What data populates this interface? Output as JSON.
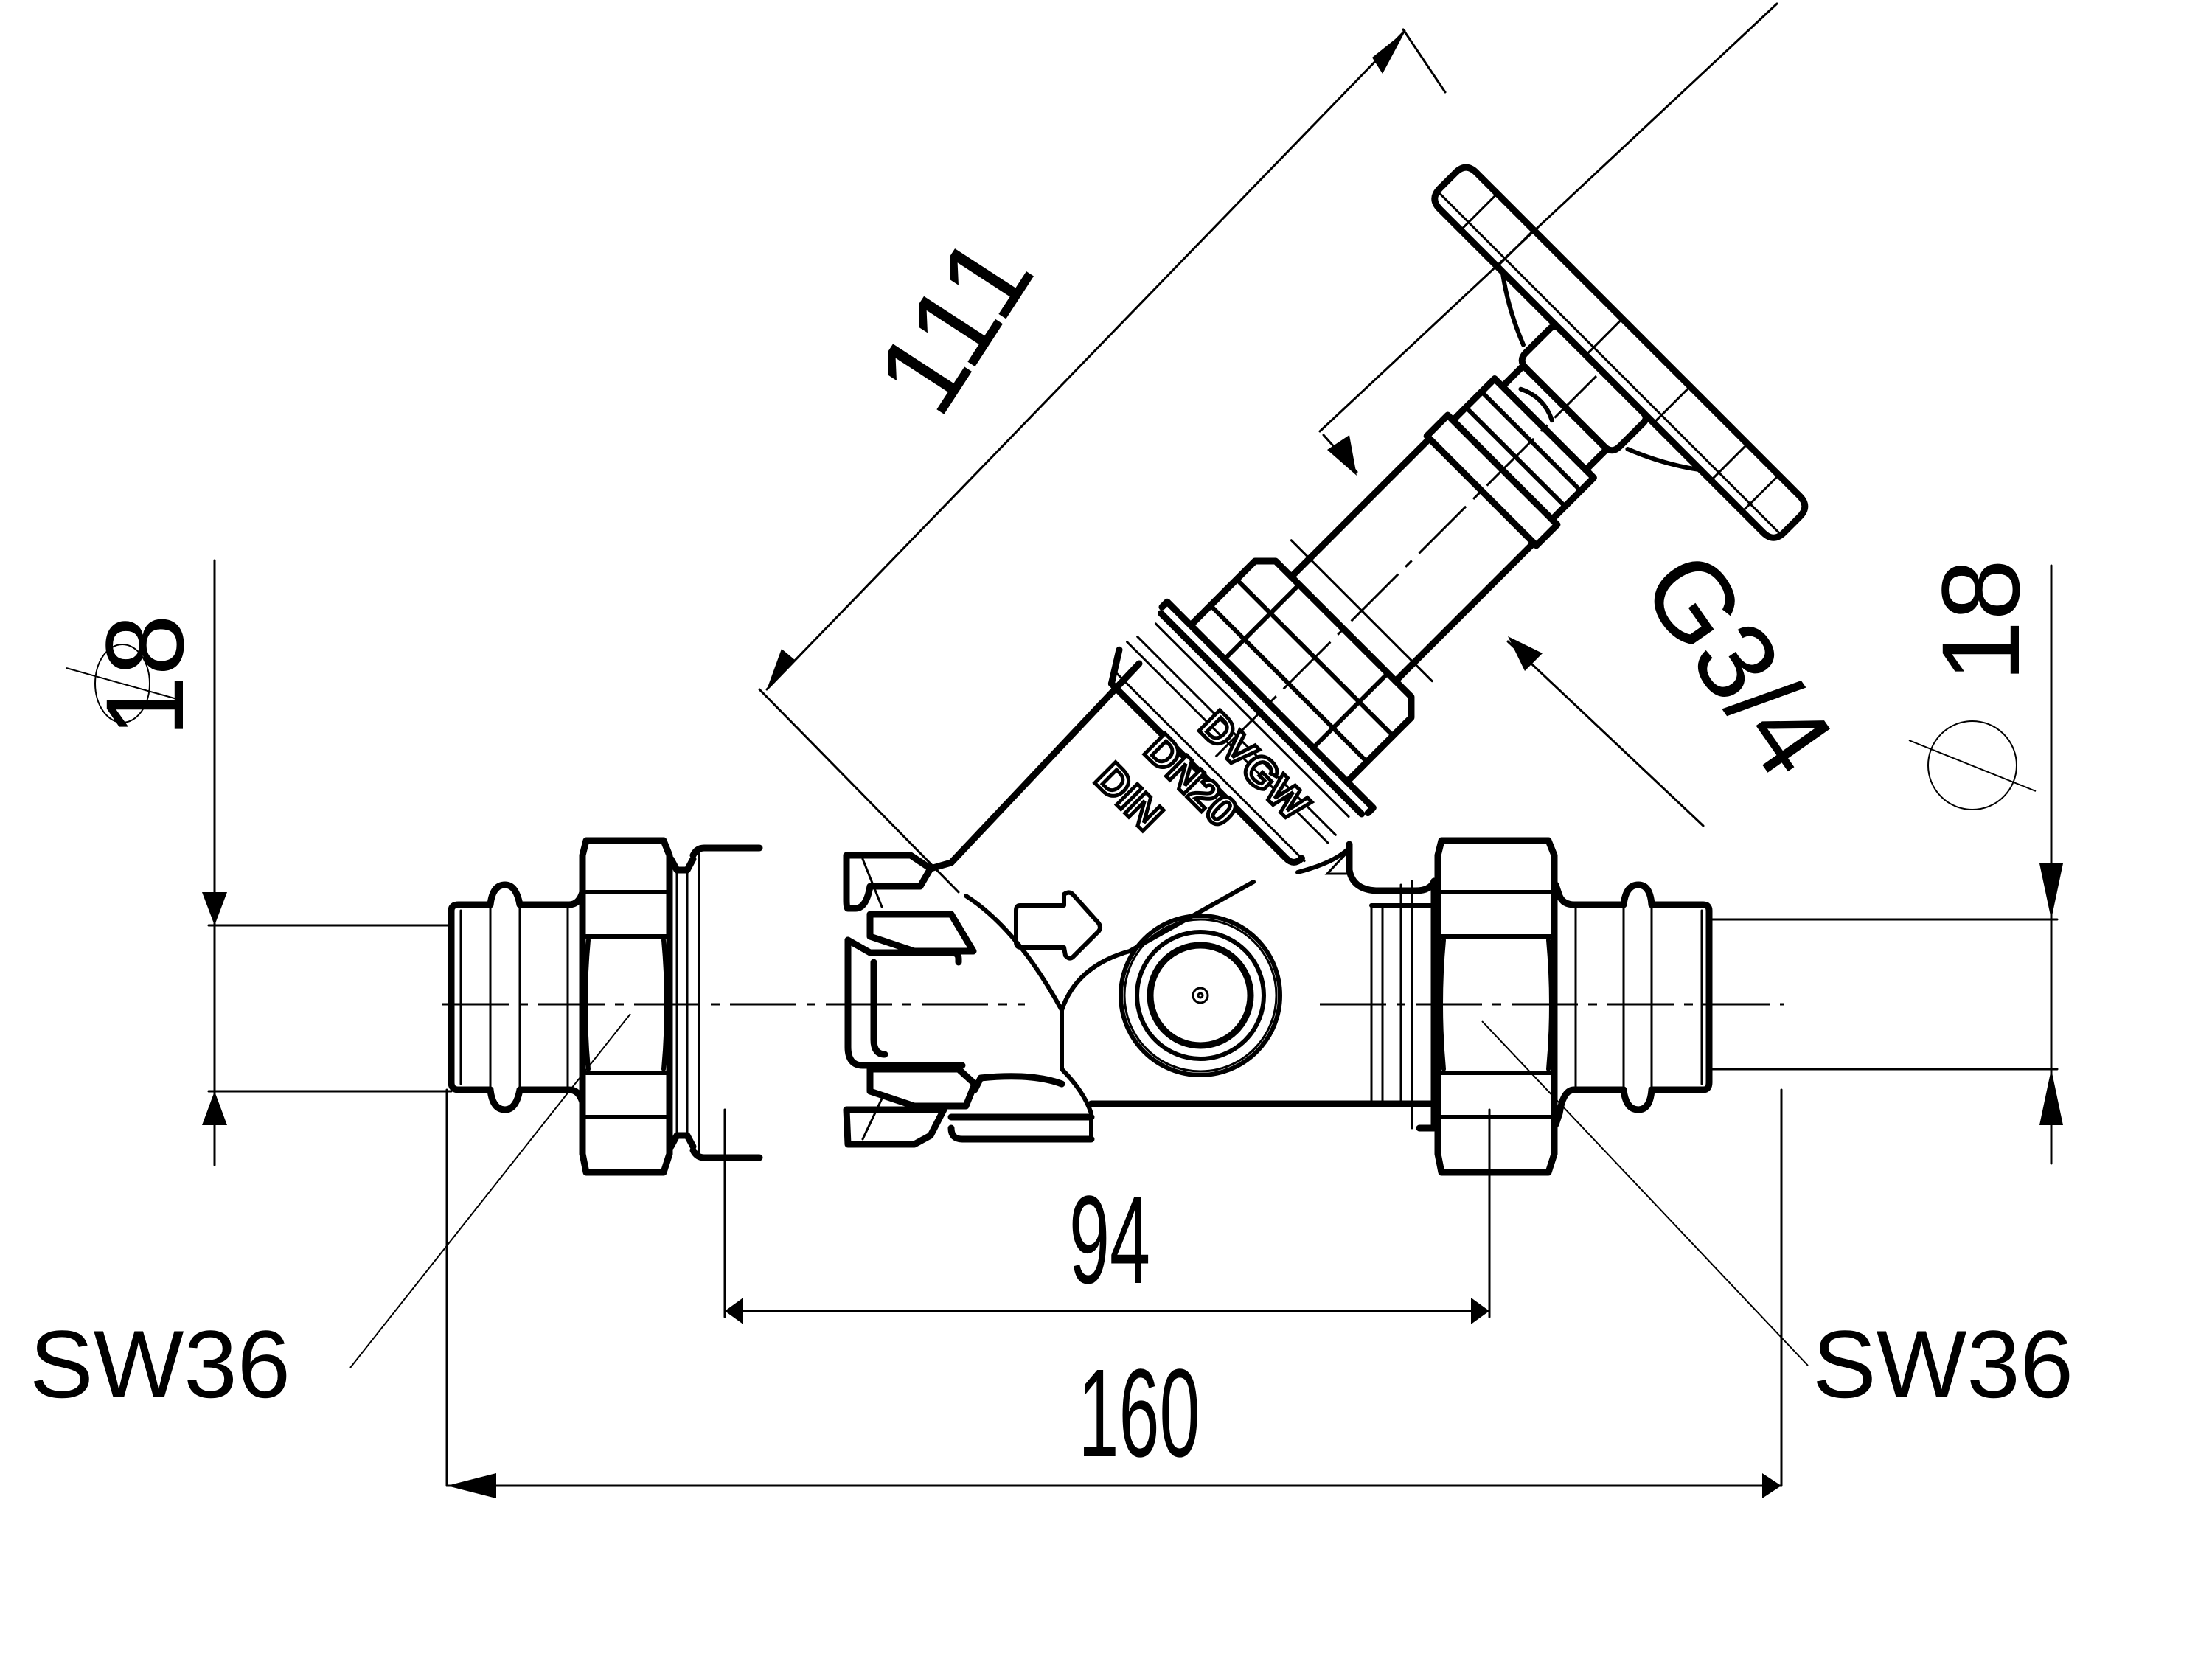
{
  "drawing": {
    "subject": "Inclined-seat shut-off valve with press connections",
    "dimensions": {
      "overall_length": {
        "value": "160",
        "unit": "mm"
      },
      "union_nut_spacing": {
        "value": "94",
        "unit": "mm"
      },
      "bonnet_height": {
        "value": "111",
        "unit": "mm"
      },
      "pipe_diameter_left": {
        "prefix": "Ø",
        "value": "18"
      },
      "pipe_diameter_right": {
        "prefix": "Ø",
        "value": "18"
      },
      "bonnet_thread": {
        "value": "G3/4"
      }
    },
    "callouts": {
      "wrench_size_left": "SW36",
      "wrench_size_right": "SW36"
    },
    "body_markings": {
      "line1": "DVGW",
      "line2": "DN20",
      "line3": "DIN"
    },
    "symbols": {
      "flow_direction": "right",
      "diameter_symbol": "Ø"
    },
    "colors": {
      "line": "#000000",
      "background": "#ffffff"
    }
  }
}
